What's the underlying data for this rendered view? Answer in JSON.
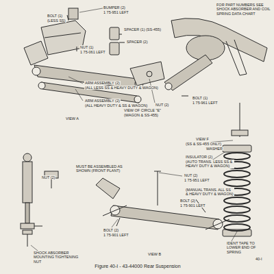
{
  "diagram": {
    "caption": "Figure 40-I - 43-44000 Rear Suspension",
    "labels": [
      "BUMPER (2)",
      "1 75-951 LEFT",
      "BOLT (1)",
      "(LESS SS)",
      "NUT (1)",
      "1 75-061 LEFT",
      "SPACER (1) (SS-455)",
      "SPACER (2)",
      "FOR PART NUMBERS SEE SHOCK ABSORBER AND COIL SPRING DATA CHART",
      "ARM ASSEMBLY (2)",
      "(ALL LESS SS & HEAVY DUTY & WAGON)",
      "ARM ASSEMBLY (2)",
      "(ALL HEAVY DUTY & SS & WAGON)",
      "VIEW A",
      "VIEW OF CIRCLE \"E\"",
      "(WAGON & SS-455)",
      "NUT (2)",
      "BOLT (1)",
      "1 75-961 LEFT",
      "VIEW F",
      "(SS & SS-455 ONLY)",
      "WASHER",
      "NUT (2)",
      "1 75-951 LEFT",
      "INSULATOR (2)",
      "(AUTO TRANS. LESS SS & HEAVY DUTY & WAGON)",
      "(MANUAL TRANS. ALL SS & HEAVY DUTY & WAGON)",
      "BOLT (2)",
      "1 75-901 LEFT",
      "MUST BE ASSEMBLED AS SHOWN (FRONT PLANT)",
      "BOLT (2)",
      "1 75-901 LEFT",
      "VIEW B",
      "NUT (2)",
      "SHOCK ABSORBER MOUNTING TIGHTENING NUT",
      "IDENT TAPE TO LOWER END OF SPRING",
      "40-I"
    ]
  }
}
